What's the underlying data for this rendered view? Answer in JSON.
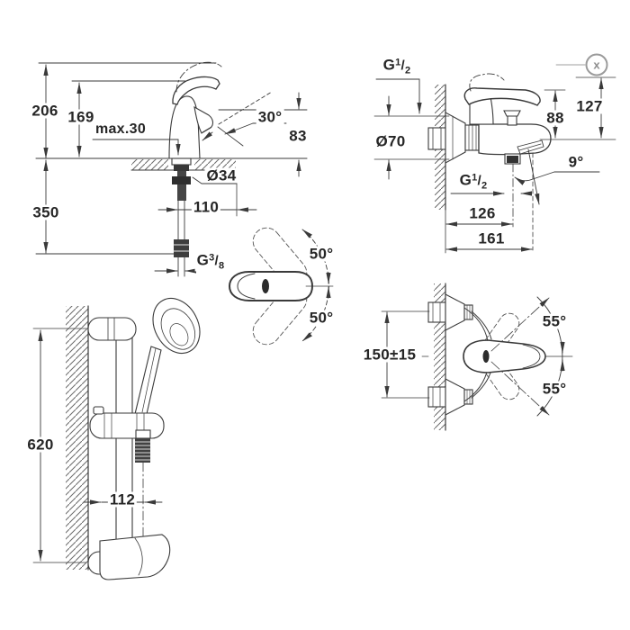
{
  "sheet": {
    "background": "#ffffff",
    "line_color": "#3a3a3a",
    "marker_color": "#9b9b9b"
  },
  "basin_front": {
    "total_height": "206",
    "body_height": "169",
    "deck_max": "max.30",
    "spout_angle": "30°",
    "outlet_height": "83",
    "hole_diameter": "Ø34",
    "spout_reach": "110",
    "below_deck_length": "350",
    "thread": {
      "base": "G",
      "sup": "3",
      "sep": "/",
      "sub": "8"
    }
  },
  "bath_front": {
    "inlet_thread": {
      "base": "G",
      "sup": "1",
      "sep": "/",
      "sub": "2"
    },
    "outlet_thread": {
      "base": "G",
      "sup": "1",
      "sep": "/",
      "sub": "2"
    },
    "escutcheon_diameter": "Ø70",
    "height_to_lever": "88",
    "height_overall": "127",
    "spout_tilt": "9°",
    "reach_shower_outlet": "126",
    "reach_spout": "161",
    "detail_marker": "x"
  },
  "lever_top": {
    "swing_up": "50°",
    "swing_down": "50°"
  },
  "shower_rail": {
    "rail_height": "620",
    "hose_offset": "112"
  },
  "bath_top": {
    "center_distance": "150±15",
    "swing_up": "55°",
    "swing_down": "55°"
  }
}
